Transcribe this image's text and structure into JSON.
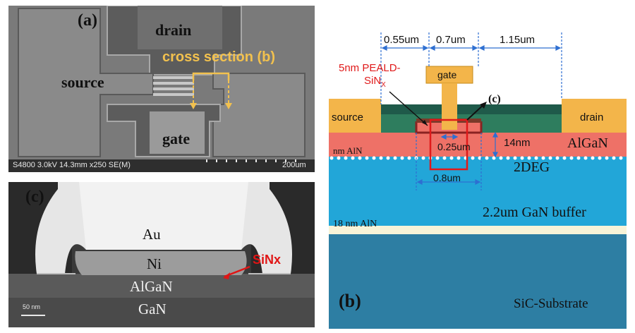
{
  "panel_a": {
    "label": "(a)",
    "drain": "drain",
    "source": "source",
    "gate": "gate",
    "cross_section": "cross section (b)",
    "sem_info": "S4800 3.0kV 14.3mm x250 SE(M)",
    "scale": "200um",
    "accent": "#f2c14e"
  },
  "panel_c": {
    "label": "(c)",
    "au": "Au",
    "ni": "Ni",
    "sinx": "SiNx",
    "algan": "AlGaN",
    "gan": "GaN",
    "scale": "50 nm",
    "accent": "#e01515"
  },
  "panel_b": {
    "label": "(b)",
    "dim_left": "0.55um",
    "dim_mid": "0.7um",
    "dim_right": "1.15um",
    "peald_line1": "5nm PEALD-",
    "peald_line2": "SiN",
    "peald_sub": "X",
    "gate": "gate",
    "c_marker": "(c)",
    "source": "source",
    "drain": "drain",
    "dim_foot": "0.25um",
    "dim_thick": "14nm",
    "aln_top": "nm AlN",
    "algan": "AlGaN",
    "twodeg": "2DEG",
    "dim_recess": "0.8um",
    "buffer": "2.2um GaN buffer",
    "aln_mid": "18 nm AlN",
    "substrate": "SiC-Substrate",
    "colors": {
      "contact": "#f3b54a",
      "algan": "#ee7167",
      "gan": "#22a6d8",
      "substrate": "#2d7ea3",
      "dim": "#2e6fd1",
      "red": "#e01a1a"
    }
  }
}
